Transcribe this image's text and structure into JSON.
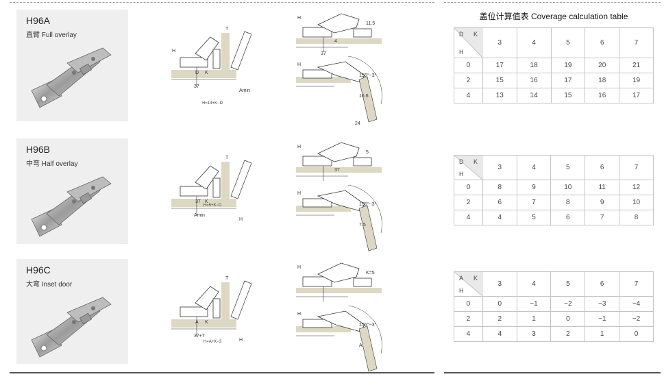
{
  "models": [
    {
      "code": "H96A",
      "desc": "直臂 Full overlay",
      "formula": "H=14+K−D",
      "dims": {
        "left": [
          "T",
          "D",
          "K",
          "37",
          "Amin",
          "H"
        ],
        "right_top": [
          "H",
          "11.5",
          "4",
          "37"
        ],
        "right_bottom": [
          "H",
          "155°−3°",
          "16.6",
          "24"
        ]
      }
    },
    {
      "code": "H96B",
      "desc": "中弯 Half overlay",
      "formula": "H=5+K−D",
      "dims": {
        "left": [
          "T",
          "37",
          "K",
          "Amin",
          "H"
        ],
        "right_top": [
          "H",
          "5",
          "37"
        ],
        "right_bottom": [
          "H",
          "155°−3°",
          "7.5"
        ]
      }
    },
    {
      "code": "H96C",
      "desc": "大弯 Inset door",
      "formula": "H=A+K−3",
      "dims": {
        "left": [
          "T",
          "A",
          "K",
          "37+T",
          "H"
        ],
        "right_top": [
          "H",
          "K=5"
        ],
        "right_bottom": [
          "H",
          "155°−3°",
          "A"
        ]
      }
    }
  ],
  "coverage": {
    "title": "盖位计算值表  Coverage calculation table",
    "tables": [
      {
        "row_label": "D",
        "col_label": "K",
        "h_label": "H",
        "cols": [
          "3",
          "4",
          "5",
          "6",
          "7"
        ],
        "rows": [
          {
            "h": "0",
            "values": [
              "17",
              "18",
              "19",
              "20",
              "21"
            ]
          },
          {
            "h": "2",
            "values": [
              "15",
              "16",
              "17",
              "18",
              "19"
            ]
          },
          {
            "h": "4",
            "values": [
              "13",
              "14",
              "15",
              "16",
              "17"
            ]
          }
        ]
      },
      {
        "row_label": "D",
        "col_label": "K",
        "h_label": "H",
        "cols": [
          "3",
          "4",
          "5",
          "6",
          "7"
        ],
        "rows": [
          {
            "h": "0",
            "values": [
              "8",
              "9",
              "10",
              "11",
              "12"
            ]
          },
          {
            "h": "2",
            "values": [
              "6",
              "7",
              "8",
              "9",
              "10"
            ]
          },
          {
            "h": "4",
            "values": [
              "4",
              "5",
              "6",
              "7",
              "8"
            ]
          }
        ]
      },
      {
        "row_label": "A",
        "col_label": "K",
        "h_label": "H",
        "cols": [
          "3",
          "4",
          "5",
          "6",
          "7"
        ],
        "rows": [
          {
            "h": "0",
            "values": [
              "0",
              "−1",
              "−2",
              "−3",
              "−4"
            ]
          },
          {
            "h": "2",
            "values": [
              "2",
              "1",
              "0",
              "−1",
              "−2"
            ]
          },
          {
            "h": "4",
            "values": [
              "4",
              "3",
              "2",
              "1",
              "0"
            ]
          }
        ]
      }
    ]
  }
}
